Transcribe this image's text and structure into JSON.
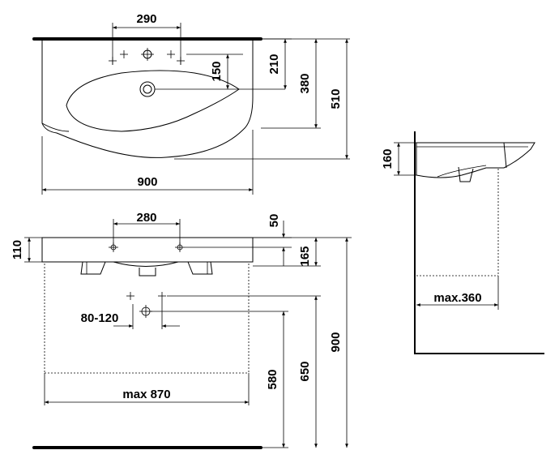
{
  "top_view": {
    "tap_spacing": "290",
    "tap_to_edge": "210",
    "tap_to_drain": "150",
    "drain_depth": "380",
    "total_depth": "510",
    "width": "900"
  },
  "front_view": {
    "hole_spacing": "280",
    "top_offset": "50",
    "basin_height": "110",
    "drain_height": "165",
    "waste_spacing": "80-120",
    "max_width": "max 870",
    "waste_height": "580",
    "supply_height": "650",
    "install_height": "900"
  },
  "side_view": {
    "basin_height": "160",
    "max_depth": "max.360"
  }
}
